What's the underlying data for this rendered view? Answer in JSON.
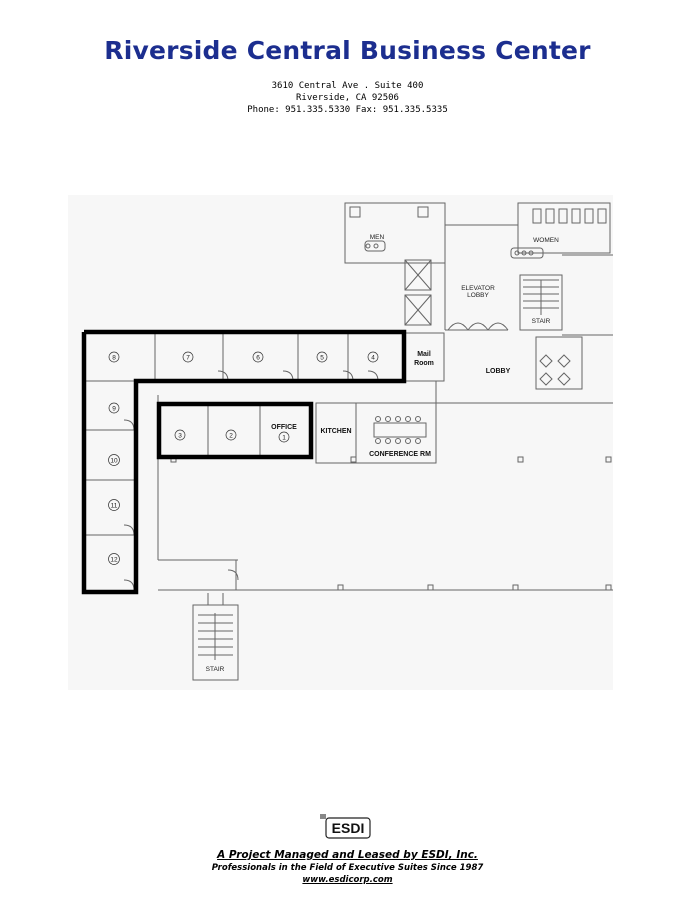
{
  "header": {
    "title": "Riverside Central Business Center",
    "address_line": "3610 Central Ave . Suite 400",
    "city_line": "Riverside, CA 92506",
    "phone_line": "Phone: 951.335.5330  Fax: 951.335.5335"
  },
  "floorplan": {
    "labels": {
      "men": "MEN",
      "women": "WOMEN",
      "elevator_lobby_1": "ELEVATOR",
      "elevator_lobby_2": "LOBBY",
      "stair_top": "STAIR",
      "mail_1": "Mail",
      "mail_2": "Room",
      "lobby": "LOBBY",
      "kitchen": "KITCHEN",
      "conference": "CONFERENCE RM",
      "office": "OFFICE",
      "stair_bottom": "STAIR"
    },
    "offices": [
      "1",
      "2",
      "3",
      "4",
      "5",
      "6",
      "7",
      "8",
      "9",
      "10",
      "11",
      "12"
    ]
  },
  "footer": {
    "logo_text": "ESDI",
    "tagline": "A Project Managed and Leased by ESDI, Inc.",
    "subtitle": "Professionals in the Field of Executive Suites Since 1987",
    "website": "www.esdicorp.com"
  },
  "colors": {
    "title": "#1c2e8f",
    "plan_background": "#f7f7f7",
    "walls": "#555555",
    "highlight": "#000000"
  }
}
